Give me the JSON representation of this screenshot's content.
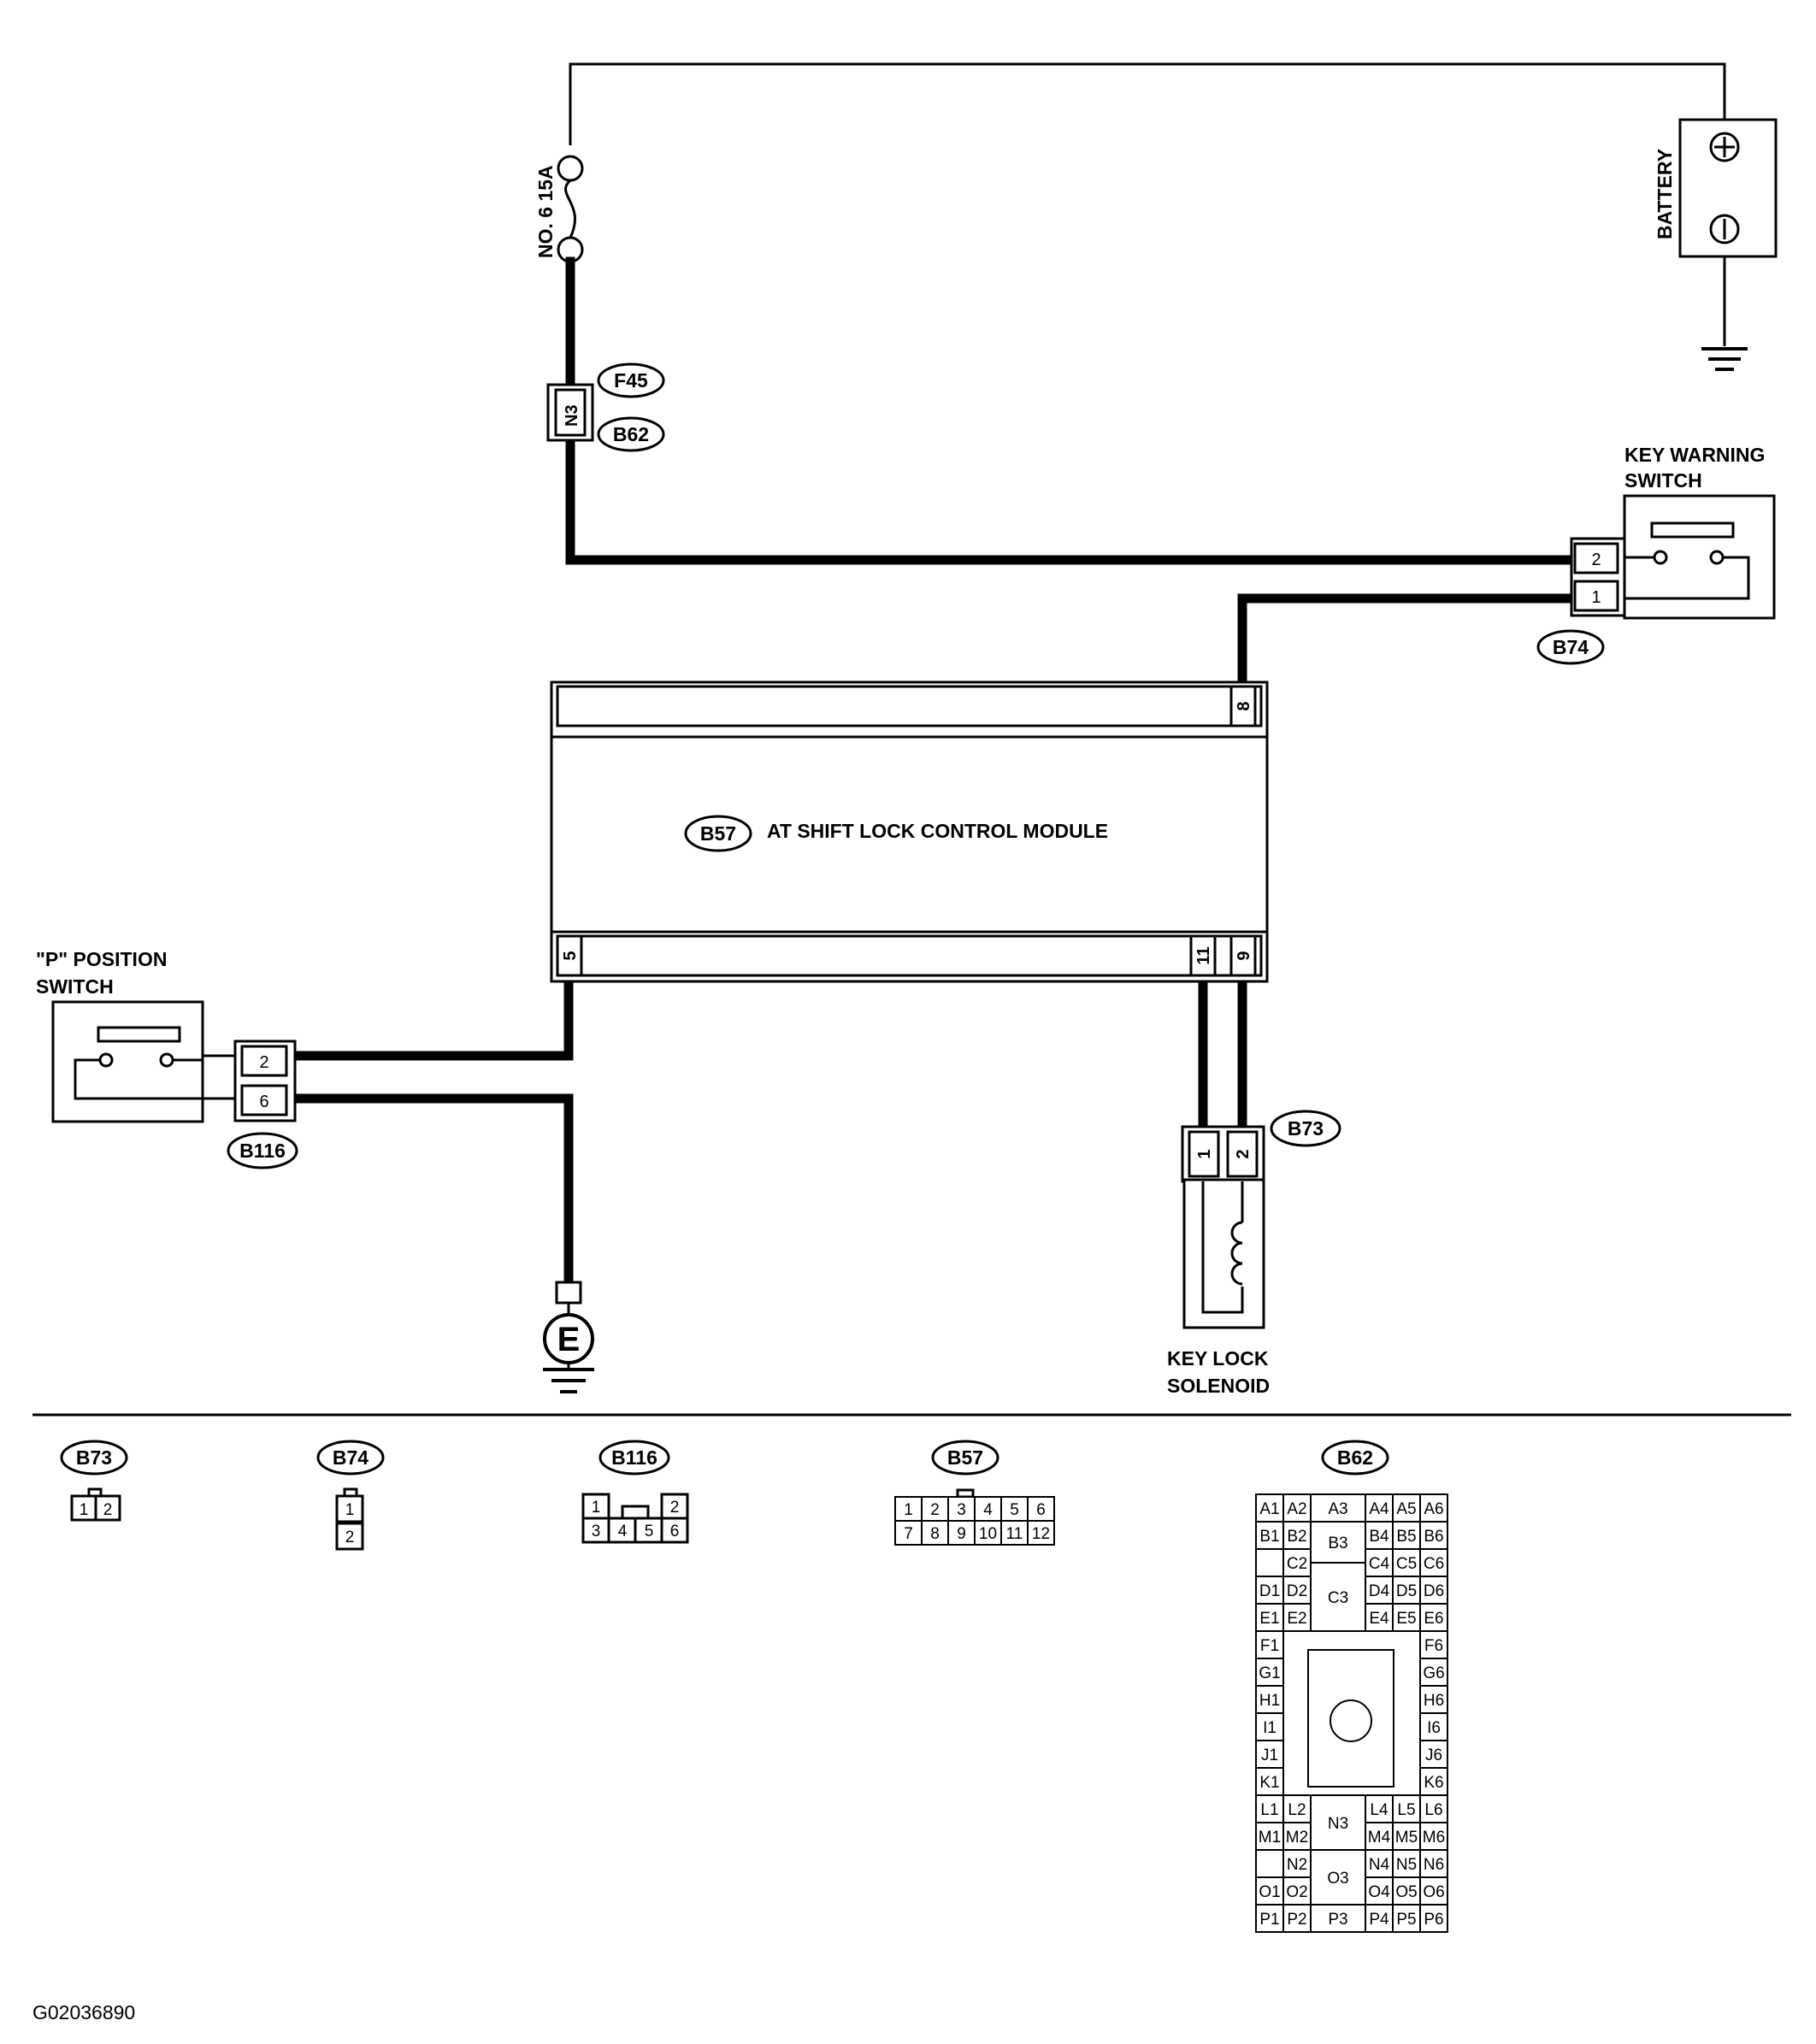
{
  "power": {
    "fuse_label": "NO. 6 15A",
    "battery_label": "BATTERY",
    "battery_pos_symbol": "plus",
    "battery_neg_symbol": "minus"
  },
  "inline_connector": {
    "terminal": "N3",
    "connector_a": "F45",
    "connector_b": "B62"
  },
  "key_warning_switch": {
    "label_line1": "KEY WARNING",
    "label_line2": "SWITCH",
    "connector": "B74",
    "pins": [
      "2",
      "1"
    ]
  },
  "control_module": {
    "connector": "B57",
    "label": "AT SHIFT LOCK CONTROL MODULE",
    "top_pin": "8",
    "bottom_pins": [
      "5",
      "11",
      "9"
    ]
  },
  "p_position_switch": {
    "label_line1": "\"P\" POSITION",
    "label_line2": "SWITCH",
    "connector": "B116",
    "pins": [
      "2",
      "6"
    ]
  },
  "ground": {
    "label": "E"
  },
  "key_lock_solenoid": {
    "label_line1": "KEY LOCK",
    "label_line2": "SOLENOID",
    "connector": "B73",
    "pins": [
      "1",
      "2"
    ]
  },
  "connector_views": {
    "b73": {
      "name": "B73",
      "pins": [
        "1",
        "2"
      ]
    },
    "b74": {
      "name": "B74",
      "pins": [
        "1",
        "2"
      ]
    },
    "b116": {
      "name": "B116",
      "row1": [
        "1",
        "2"
      ],
      "row2": [
        "3",
        "4",
        "5",
        "6"
      ]
    },
    "b57": {
      "name": "B57",
      "row1": [
        "1",
        "2",
        "3",
        "4",
        "5",
        "6"
      ],
      "row2": [
        "7",
        "8",
        "9",
        "10",
        "11",
        "12"
      ]
    },
    "b62": {
      "name": "B62",
      "rows": [
        [
          "A1",
          "A2",
          "A3",
          "A4",
          "A5",
          "A6"
        ],
        [
          "B1",
          "B2",
          "B3",
          "B4",
          "B5",
          "B6"
        ],
        [
          "C2",
          "C3",
          "C4",
          "C5",
          "C6"
        ],
        [
          "D1",
          "D2",
          "D4",
          "D5",
          "D6"
        ],
        [
          "E1",
          "E2",
          "E4",
          "E5",
          "E6"
        ],
        [
          "F1",
          "F6"
        ],
        [
          "G1",
          "G6"
        ],
        [
          "H1",
          "H6"
        ],
        [
          "I1",
          "I6"
        ],
        [
          "J1",
          "J6"
        ],
        [
          "K1",
          "K6"
        ],
        [
          "L1",
          "L2",
          "N3",
          "L4",
          "L5",
          "L6"
        ],
        [
          "M1",
          "M2",
          "M4",
          "M5",
          "M6"
        ],
        [
          "N2",
          "O3",
          "N4",
          "N5",
          "N6"
        ],
        [
          "O1",
          "O2",
          "O4",
          "O5",
          "O6"
        ],
        [
          "P1",
          "P2",
          "P3",
          "P4",
          "P5",
          "P6"
        ]
      ]
    }
  },
  "figure_id": "G02036890"
}
